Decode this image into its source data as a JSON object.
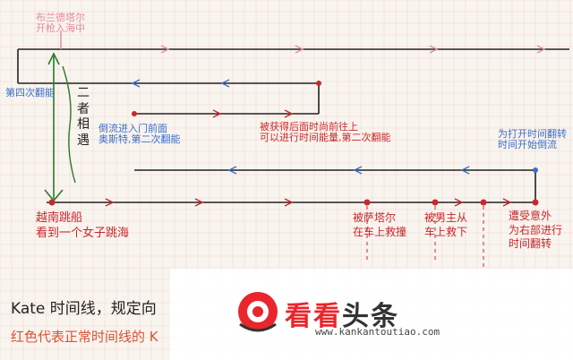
{
  "notes": {
    "top_pink": [
      "布兰德塔尔",
      "开枪入海中"
    ],
    "fourth_branch": "第四次翻能",
    "twice_meet": [
      "二",
      "者",
      "相",
      "遇"
    ],
    "inverted_open": [
      "倒流进入门前面",
      "奥斯特,第二次翻能"
    ],
    "captured_info": [
      "被获得后面时尚前往上",
      "可以进行时间能量,第二次翻能"
    ],
    "start_invert": [
      "为打开时间翻转",
      "时间开始倒流"
    ],
    "red_left": [
      "越南跳船",
      "看到一个女子跳海"
    ],
    "red_mid1": [
      "被萨塔尔",
      "在车上救撞"
    ],
    "red_mid2": [
      "被男主从",
      "车上救下"
    ],
    "red_right": [
      "遭受意外",
      "为右部进行",
      "时间翻转"
    ],
    "bottom_kate": "Kate 时间线，规定向",
    "bottom_red": "红色代表正常时间线的 K"
  },
  "watermark": {
    "title_a": "看看",
    "title_b": "头条",
    "url": "www.kankantoutiao.com"
  },
  "colors": {
    "paper": "#f8f4ee",
    "grid": "#f0b8c0",
    "ink": "#1f1f1f",
    "blue": "#3a6fc9",
    "red": "#c8282c",
    "pink": "#e58aa0",
    "watermark_red": "#e8262b",
    "watermark_dark": "#333333"
  }
}
